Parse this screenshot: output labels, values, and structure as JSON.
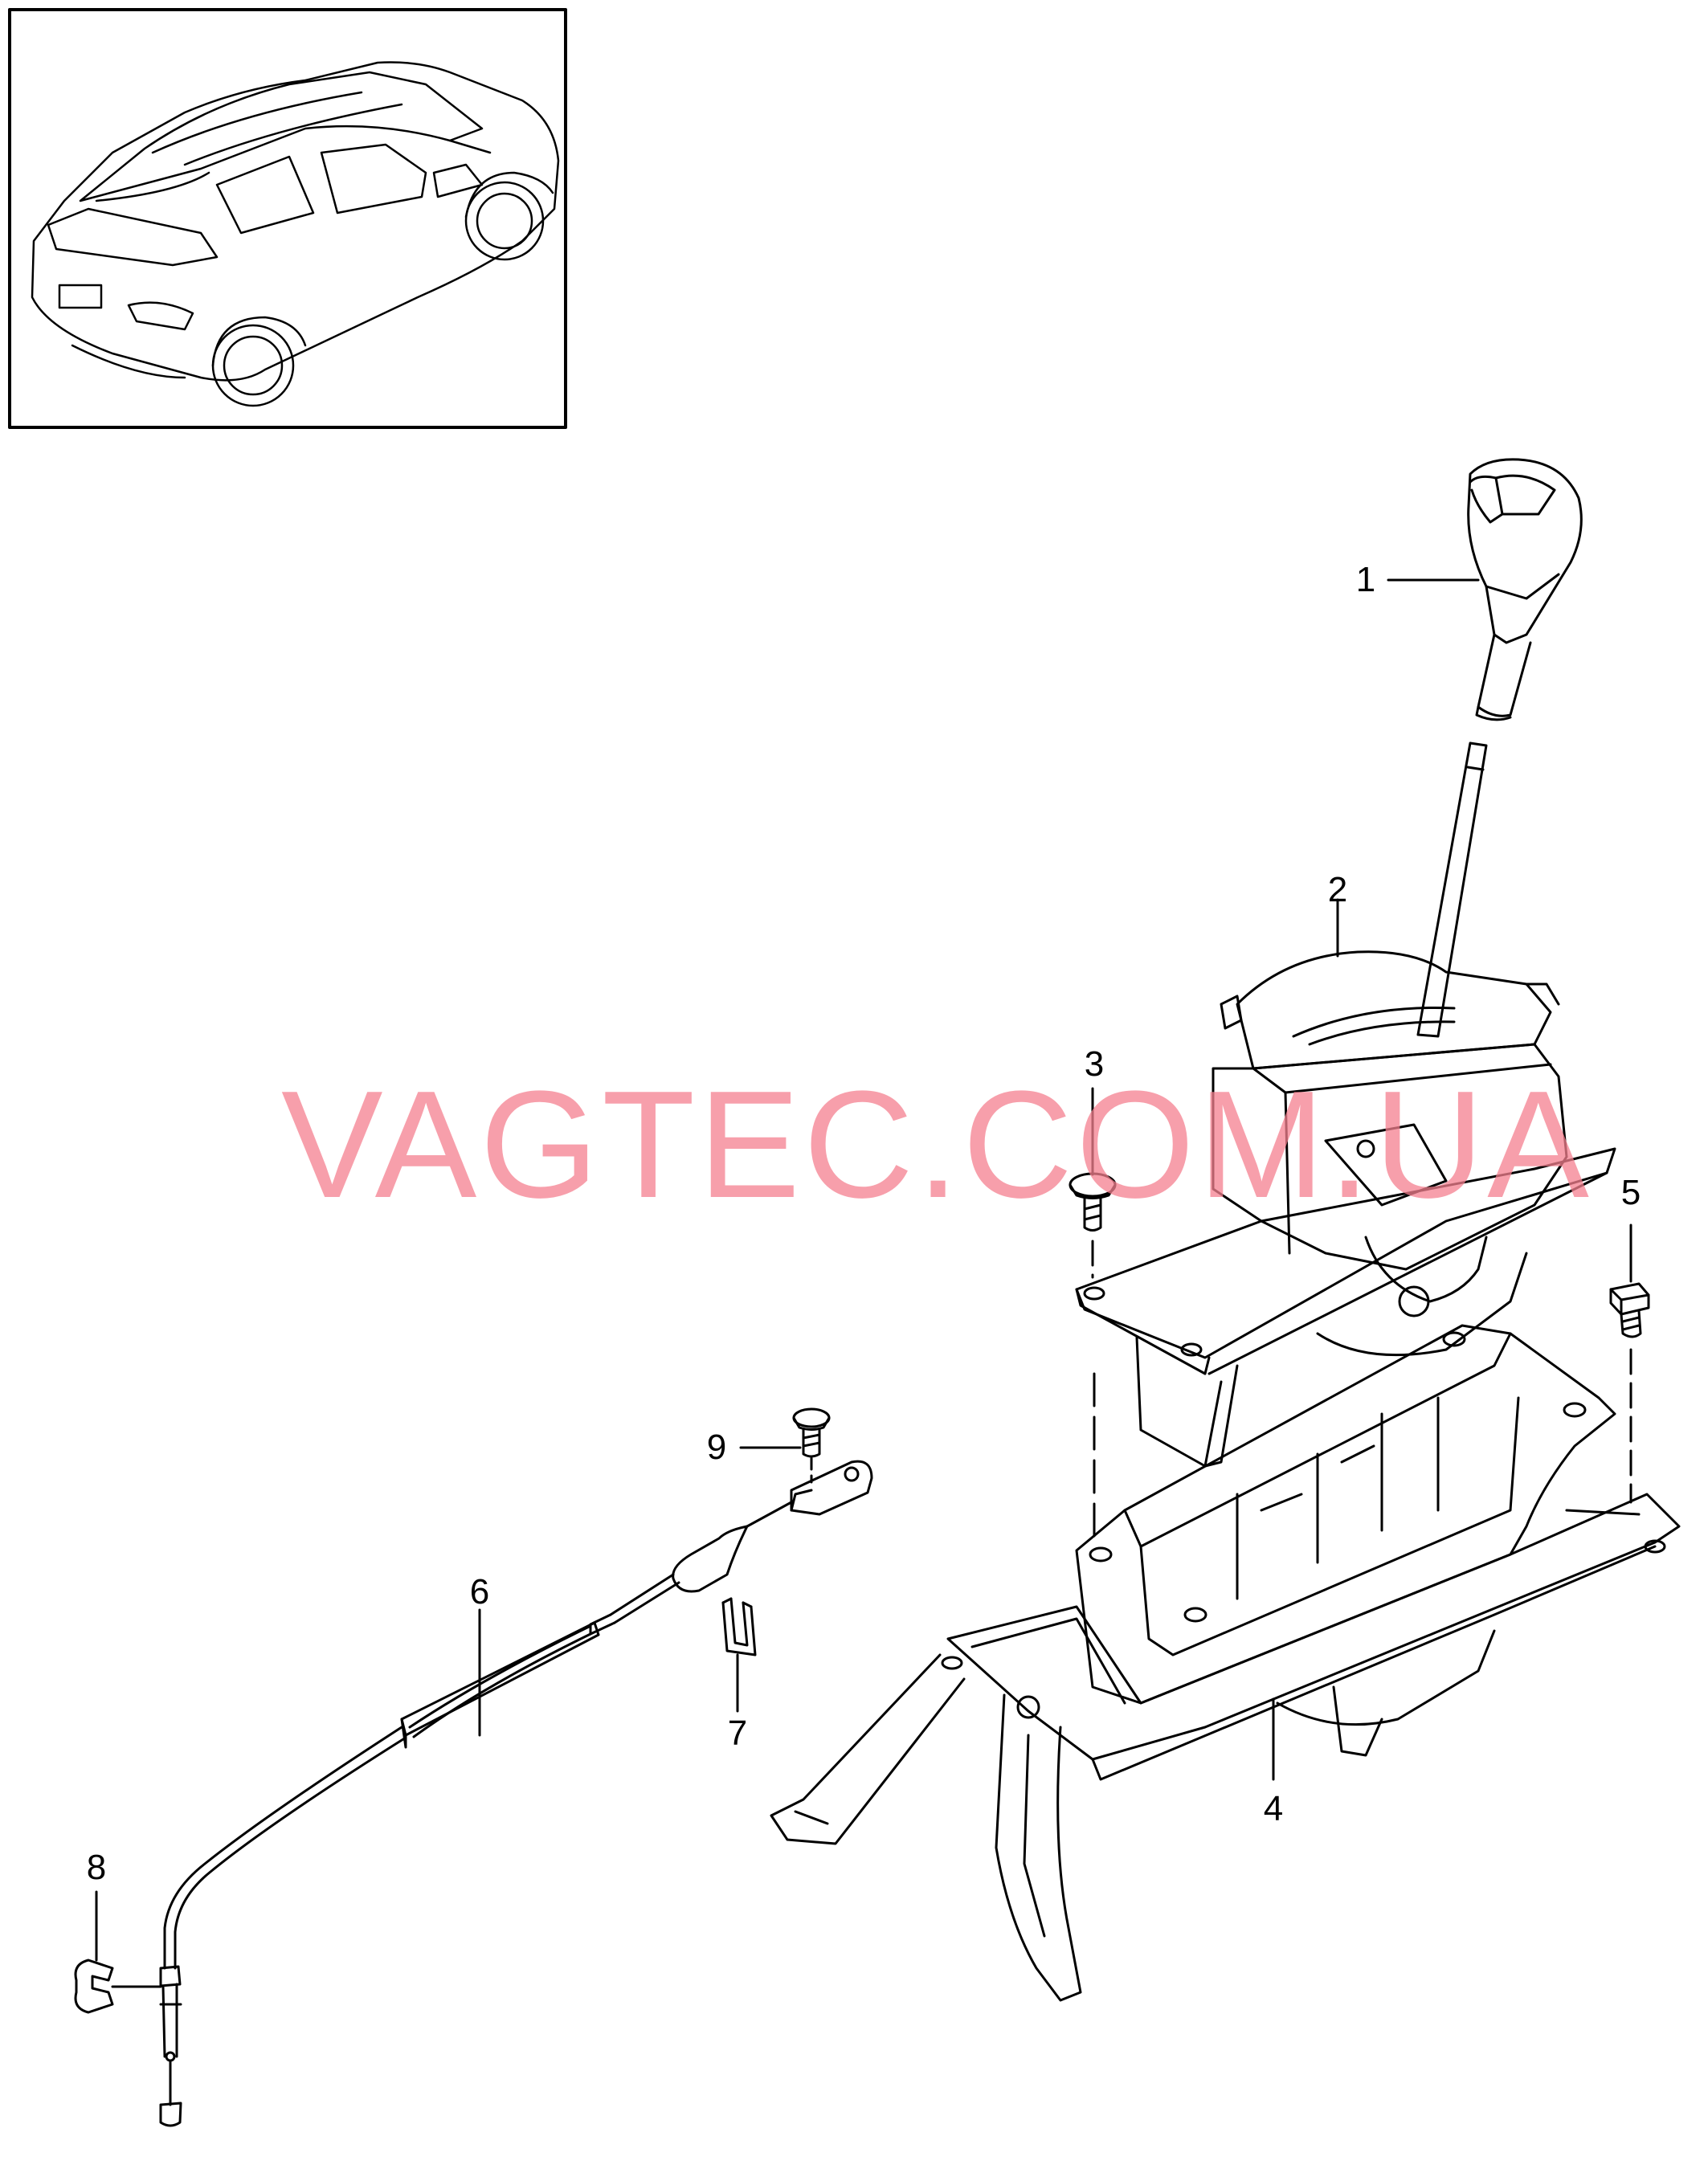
{
  "watermark": {
    "text": "VAGTEC.COM.UA",
    "color": "#f5808f"
  },
  "callouts": [
    {
      "id": "1",
      "label": "1"
    },
    {
      "id": "2",
      "label": "2"
    },
    {
      "id": "3",
      "label": "3"
    },
    {
      "id": "4",
      "label": "4"
    },
    {
      "id": "5",
      "label": "5"
    },
    {
      "id": "6",
      "label": "6"
    },
    {
      "id": "7",
      "label": "7"
    },
    {
      "id": "8",
      "label": "8"
    },
    {
      "id": "9",
      "label": "9"
    }
  ]
}
